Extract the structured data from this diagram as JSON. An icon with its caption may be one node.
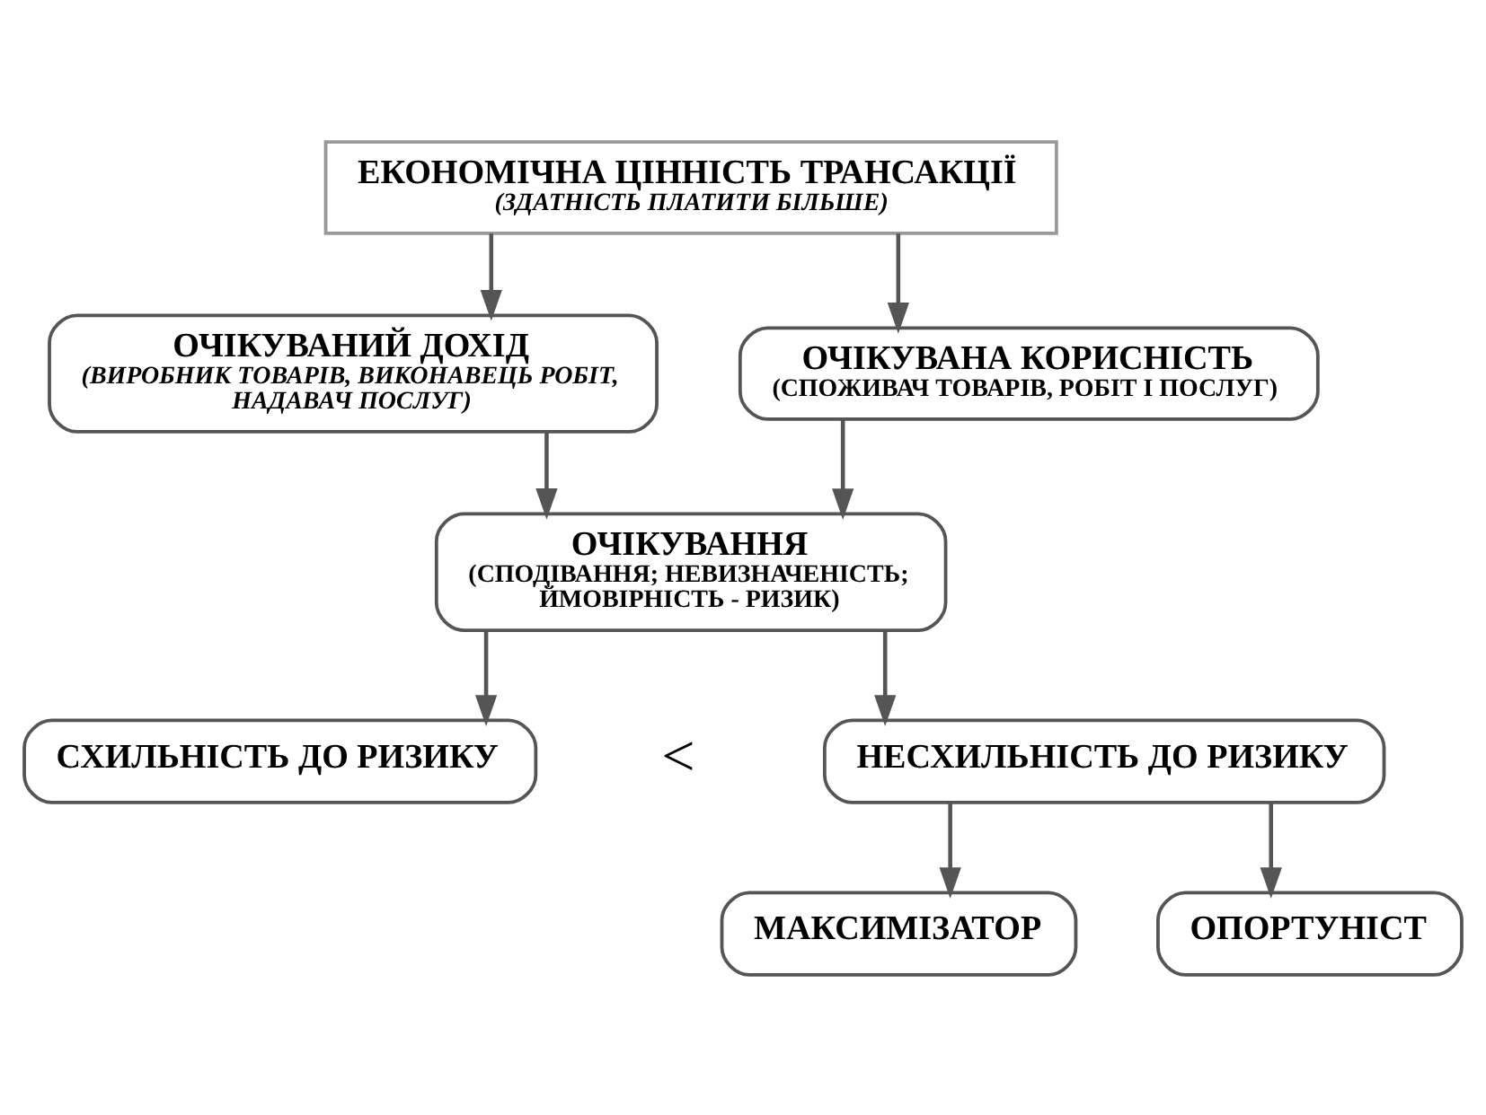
{
  "diagram": {
    "nodes": [
      {
        "text": [
          "ЕКОНОМІЧНА ЦІННІСТЬ ТРАНСАКЦІЇ",
          "(ЗДАТНІСТЬ ПЛАТИТИ БІЛЬШЕ)"
        ]
      },
      {
        "text": [
          "ОЧІКУВАНИЙ ДОХІД",
          "(ВИРОБНИК ТОВАРІВ, ВИКОНАВЕЦЬ РОБІТ, НАДАВАЧ ПОСЛУГ)"
        ]
      },
      {
        "text": [
          "ОЧІКУВАНА КОРИСНІСТЬ",
          "(СПОЖИВАЧ ТОВАРІВ, РОБІТ І ПОСЛУГ)"
        ]
      },
      {
        "text": [
          "ОЧІКУВАННЯ",
          "(СПОДІВАННЯ; НЕВИЗНАЧЕНІСТЬ; ЙМОВІРНІСТЬ - РИЗИК)"
        ]
      },
      {
        "text": [
          "СХИЛЬНІСТЬ ДО РИЗИКУ"
        ]
      },
      {
        "text": [
          "НЕСХИЛЬНІСТЬ ДО РИЗИКУ"
        ]
      },
      {
        "text": [
          "МАКСИМІЗАТОР"
        ]
      },
      {
        "text": [
          "ОПОРТУНІСТ"
        ]
      }
    ],
    "edges": [
      {
        "from": 0,
        "to": 1,
        "arrow": "to"
      },
      {
        "from": 0,
        "to": 2,
        "arrow": "to"
      },
      {
        "from": 1,
        "to": 3,
        "arrow": "to"
      },
      {
        "from": 2,
        "to": 3,
        "arrow": "to"
      },
      {
        "from": 3,
        "to": 4,
        "arrow": "to"
      },
      {
        "from": 3,
        "to": 5,
        "arrow": "to"
      },
      {
        "from": 5,
        "to": 6,
        "arrow": "to"
      },
      {
        "from": 5,
        "to": 7,
        "arrow": "to"
      }
    ],
    "labels": [
      "<"
    ]
  }
}
